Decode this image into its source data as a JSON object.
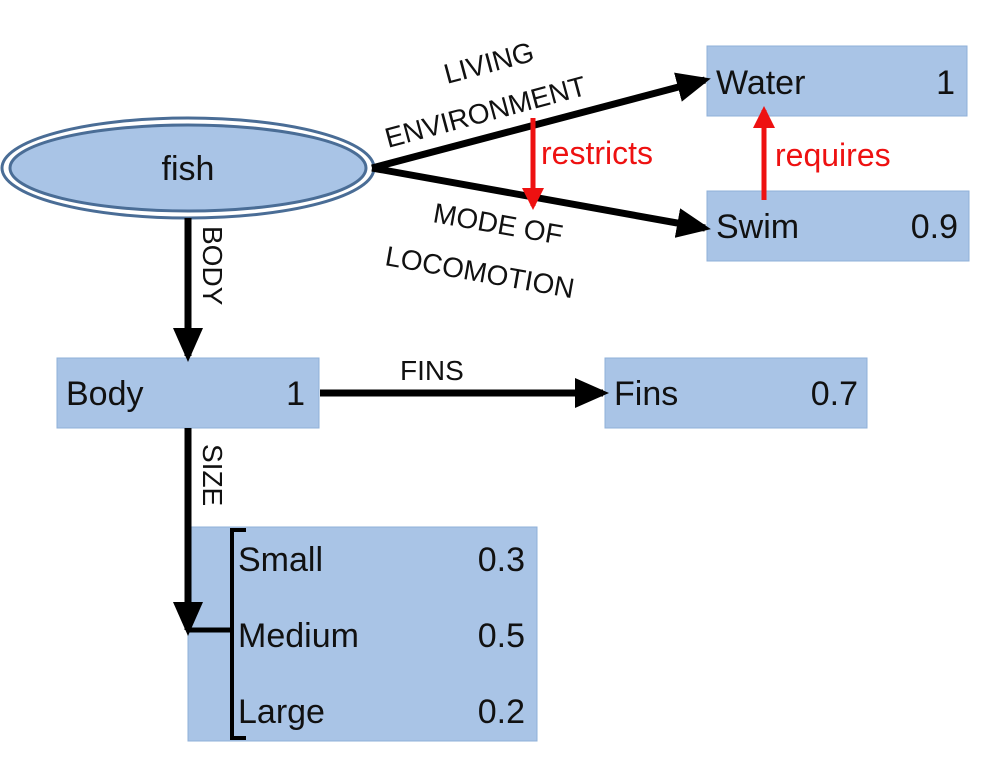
{
  "colors": {
    "box_fill": "#a9c4e6",
    "box_stroke": "#8fb0d8",
    "ellipse_fill": "#a9c4e6",
    "arrow": "#000000",
    "relation": "#ee1111"
  },
  "root": {
    "label": "fish"
  },
  "nodes": {
    "water": {
      "label": "Water",
      "value": "1"
    },
    "swim": {
      "label": "Swim",
      "value": "0.9"
    },
    "body": {
      "label": "Body",
      "value": "1"
    },
    "fins": {
      "label": "Fins",
      "value": "0.7"
    },
    "size": [
      {
        "label": "Small",
        "value": "0.3"
      },
      {
        "label": "Medium",
        "value": "0.5"
      },
      {
        "label": "Large",
        "value": "0.2"
      }
    ]
  },
  "edges": {
    "living_environment": [
      "LIVING",
      "ENVIRONMENT"
    ],
    "mode_of_locomotion": [
      "MODE OF",
      "LOCOMOTION"
    ],
    "body": "BODY",
    "fins": "FINS",
    "size": "SIZE"
  },
  "relations": {
    "restricts": "restricts",
    "requires": "requires"
  }
}
